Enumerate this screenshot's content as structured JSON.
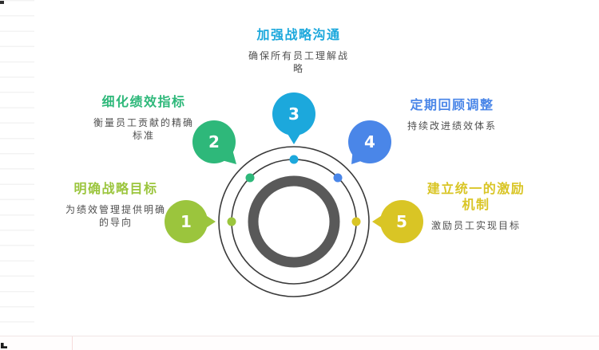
{
  "page": {
    "background_color": "#ffffff",
    "sheet_line_color": "#f3f3f3",
    "bottom_divider_color": "#f1e6e6",
    "bottom_vline_color": "#f7dcdc"
  },
  "diagram": {
    "type": "circular-process",
    "orbit_stroke_color": "#3a3a3a",
    "core_ring_color": "#595959",
    "number_text_color": "#ffffff",
    "description_text_color": "#4f4f4f",
    "items": [
      {
        "number": "1",
        "title": "明确战略目标",
        "description": "为绩效管理提供明确的导向",
        "color": "#9bc53d"
      },
      {
        "number": "2",
        "title": "细化绩效指标",
        "description": "衡量员工贡献的精确标准",
        "color": "#2eb87a"
      },
      {
        "number": "3",
        "title": "加强战略沟通",
        "description": "确保所有员工理解战略",
        "color": "#1ca8dc"
      },
      {
        "number": "4",
        "title": "定期回顾调整",
        "description": "持续改进绩效体系",
        "color": "#4a86e8"
      },
      {
        "number": "5",
        "title": "建立统一的激励机制",
        "description": "激励员工实现目标",
        "color": "#d9c525"
      }
    ]
  }
}
